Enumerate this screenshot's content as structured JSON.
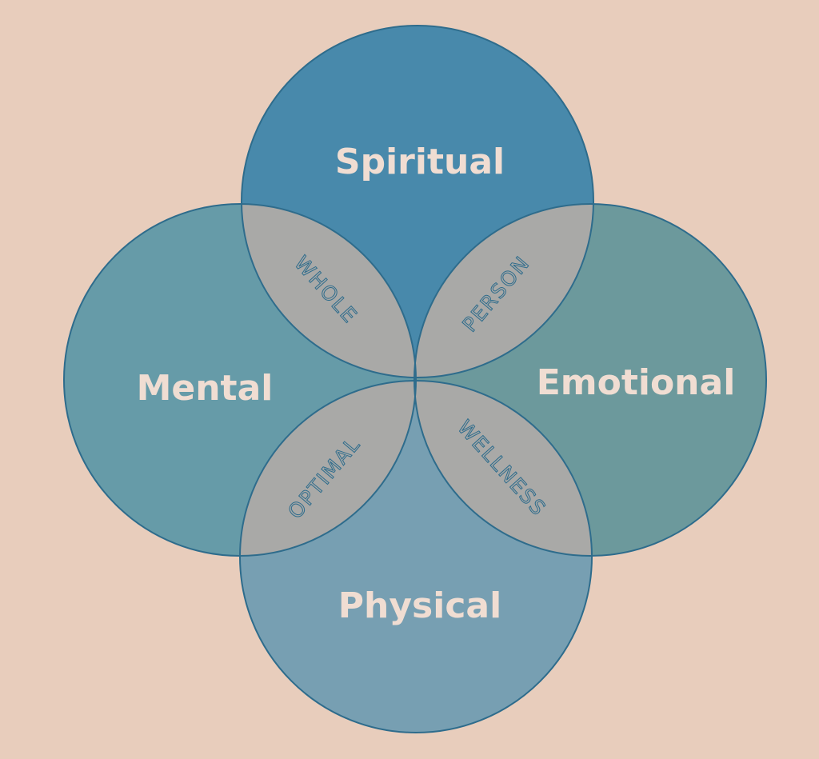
{
  "diagram": {
    "background_color": "#e8cdbc",
    "circles": [
      {
        "id": "spiritual",
        "label": "Spiritual",
        "color": "#3f85aa"
      },
      {
        "id": "mental",
        "label": "Mental",
        "color": "#5896a5"
      },
      {
        "id": "emotional",
        "label": "Emotional",
        "color": "#5e9498"
      },
      {
        "id": "physical",
        "label": "Physical",
        "color": "#6799b1"
      }
    ],
    "overlap_color": "#a9a9a7",
    "outline_color": "#2e6c8c",
    "overlap_labels": [
      {
        "id": "whole",
        "text": "WHOLE"
      },
      {
        "id": "person",
        "text": "PERSON"
      },
      {
        "id": "optimal",
        "text": "OPTIMAL"
      },
      {
        "id": "wellness",
        "text": "WELLNESS"
      }
    ]
  }
}
